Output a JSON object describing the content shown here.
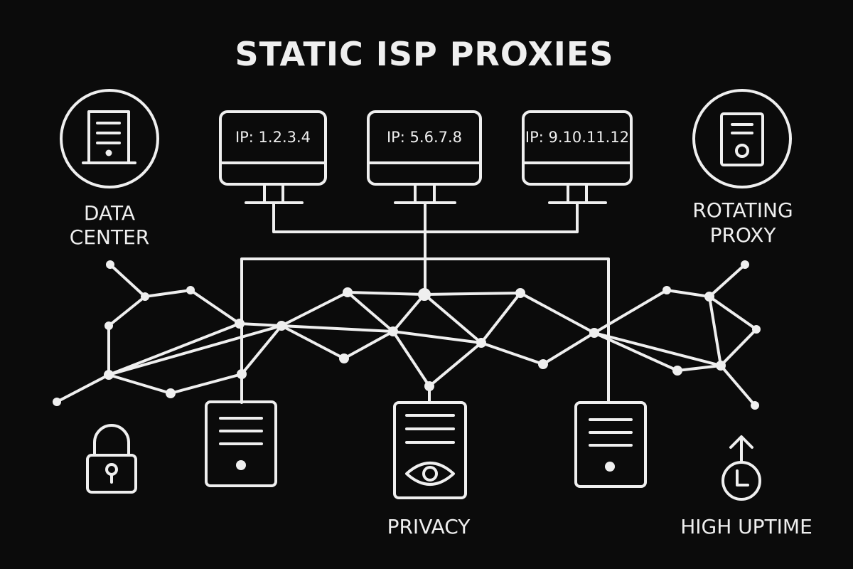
{
  "title": "STATIC ISP PROXIES",
  "monitors": [
    {
      "ip": "IP: 1.2.3.4"
    },
    {
      "ip": "IP: 5.6.7.8"
    },
    {
      "ip": "IP: 9.10.11.12"
    }
  ],
  "labels": {
    "data_center_line1": "DATA",
    "data_center_line2": "CENTER",
    "rotating_line1": "ROTATING",
    "rotating_line2": "PROXY",
    "privacy": "PRIVACY",
    "high_uptime": "HIGH UPTIME"
  },
  "colors": {
    "background": "#0b0b0b",
    "stroke": "#efefef"
  },
  "icons": [
    "server-icon",
    "monitor-icon",
    "lock-icon",
    "eye-icon",
    "uptime-clock-icon"
  ]
}
